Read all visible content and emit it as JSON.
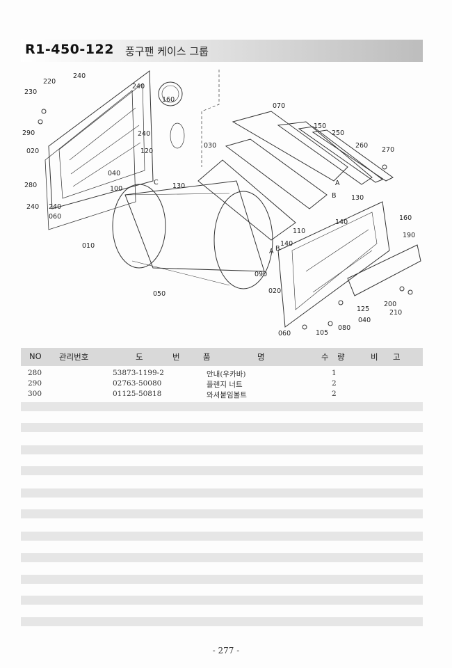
{
  "header": {
    "code": "R1-450-122",
    "name": "풍구팬 케이스 그룹"
  },
  "diagram": {
    "labels": {
      "l240a": "240",
      "l220": "220",
      "l230": "230",
      "l240b": "240",
      "l160a": "160",
      "l290": "290",
      "l240c": "240",
      "l020a": "020",
      "l120": "120",
      "l040a": "040",
      "l280": "280",
      "lC": "C",
      "l100": "100",
      "l240d": "240",
      "l240e": "240",
      "l060a": "060",
      "l130a": "130",
      "l030": "030",
      "l070": "070",
      "l150": "150",
      "l250": "250",
      "l260": "260",
      "l270": "270",
      "lA1": "A",
      "lB1": "B",
      "l130b": "130",
      "l110": "110",
      "l140a": "140",
      "l160b": "160",
      "l190": "190",
      "l010": "010",
      "l140b": "140",
      "lA2": "A",
      "lB2": "B",
      "l090": "090",
      "l020b": "020",
      "l050": "050",
      "l125": "125",
      "l040b": "040",
      "l200": "200",
      "l210": "210",
      "l080": "080",
      "l060b": "060",
      "l105": "105"
    }
  },
  "table": {
    "headers": {
      "no": "NO",
      "mgmt": "관리번호",
      "do": "도",
      "beon": "번",
      "pum": "품",
      "myeong": "명",
      "su": "수",
      "ryang": "량",
      "bi": "비",
      "go": "고"
    },
    "rows": [
      {
        "no": "280",
        "drawing": "53873-1199-2",
        "name": "안내(우카바)",
        "qty": "1"
      },
      {
        "no": "290",
        "drawing": "02763-50080",
        "name": "플렌지 너트",
        "qty": "2"
      },
      {
        "no": "300",
        "drawing": "01125-50818",
        "name": "와셔붙임볼트",
        "qty": "2"
      }
    ]
  },
  "footer": {
    "page": "- 277 -"
  }
}
